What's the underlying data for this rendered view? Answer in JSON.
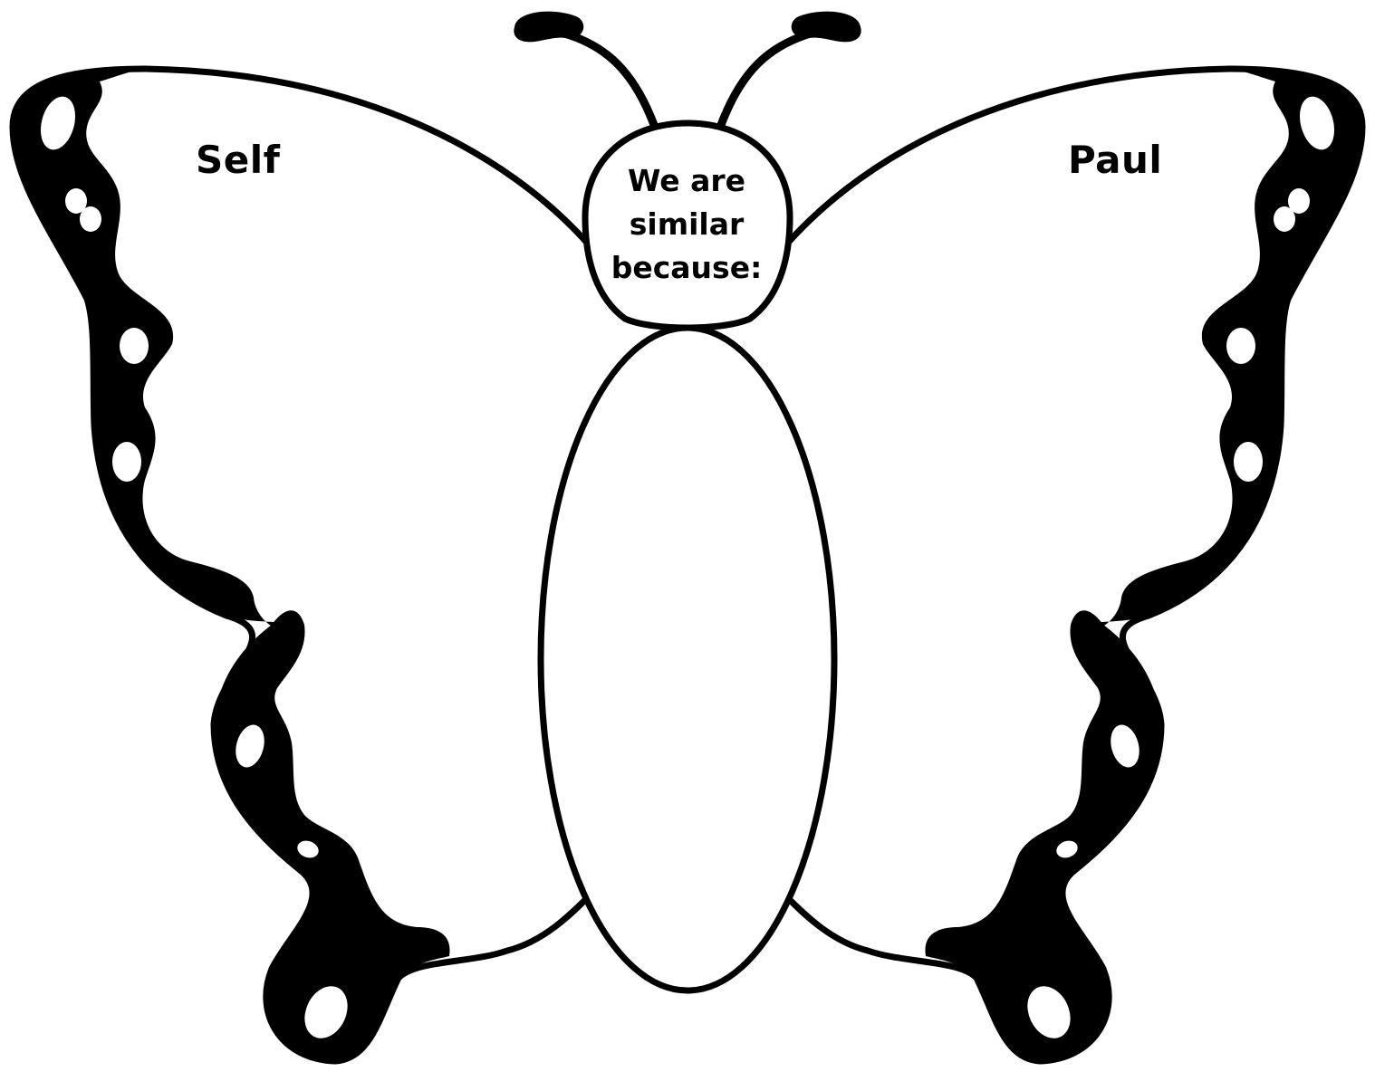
{
  "diagram": {
    "left_wing_label": "Self",
    "right_wing_label": "Paul",
    "head_label": "We are\nsimilar\nbecause:"
  },
  "colors": {
    "outline": "#000000",
    "fill": "#ffffff"
  }
}
